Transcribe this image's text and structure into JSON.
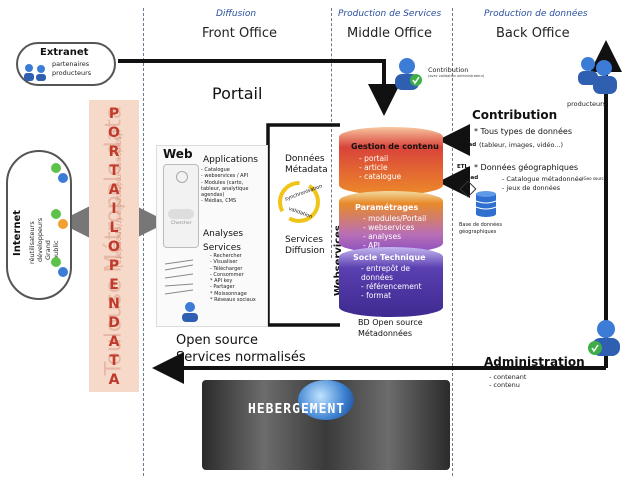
{
  "header": {
    "diffusion": "Diffusion",
    "production_services": "Production de Services",
    "production_donnees": "Production de données",
    "front_office": "Front Office",
    "middle_office": "Middle Office",
    "back_office": "Back Office"
  },
  "extranet": {
    "title": "Extranet",
    "subtitle_1": "partenaires",
    "subtitle_2": "producteurs"
  },
  "internet": {
    "title": "Internet",
    "line_1": "réutilisateurs",
    "line_2": "développeurs",
    "line_3": "Grand public"
  },
  "portail": {
    "label": "Portail",
    "vertical_letters": [
      "P",
      "O",
      "R",
      "T",
      "A",
      "I",
      "L",
      "O",
      "P",
      "E",
      "N",
      "D",
      "A",
      "T",
      "A"
    ],
    "watermark_1": "Toulouse Métropole.data",
    "watermark_2": "[toulouse-métropole.fr/opendata]"
  },
  "web": {
    "title": "Web",
    "applications_title": "Applications",
    "applications_items": [
      "- Catalogue",
      "- webservices / API",
      "- Modules (carto,",
      "tableur, analytique",
      "agendas)",
      "- Médias, CMS"
    ],
    "analyses_title": "Analyses",
    "services_title": "Services",
    "services_items": [
      "- Rechercher",
      "- Visualiser",
      "- Télécharger",
      "- Consommer",
      "* API key",
      "- Partager",
      "* Moissonnage",
      "* Réseaux sociaux"
    ],
    "search_placeholder": "Chercher"
  },
  "middle": {
    "donnees": "Données",
    "metadata": "Métadata",
    "synchronisation": "synchronisation",
    "validation": "validation",
    "services": "Services",
    "diffusion": "Diffusion",
    "webservices": "Webservices"
  },
  "cylinder": {
    "gestion_title": "Gestion de contenu",
    "gestion_items": [
      "- portail",
      "- article",
      "- catalogue"
    ],
    "parametrages_title": "Paramétrages",
    "parametrages_items": [
      "- modules/Portail",
      "- webservices",
      "- analyses",
      "- API"
    ],
    "socle_title": "Socle Technique",
    "socle_items": [
      "- entrepôt de données",
      "- référencement",
      "- format"
    ],
    "bd_1": "BD Open source",
    "bd_2": "Métadonnées"
  },
  "contribution": {
    "small_label": "Contribution",
    "small_sub": "(avec validation administrateur)",
    "title": "Contribution",
    "producteurs": "producteurs",
    "item_1": "* Tous types de données",
    "item_1_upload": "upload",
    "item_1_sub": "(tableur, images, vidéo...)",
    "item_2": "* Données géographiques",
    "item_2_etl": "ETL",
    "item_2_upload": "upload",
    "item_2_sub_1": "- Catalogue métadonnée",
    "item_2_sub_1_note": "(Geo source)",
    "item_2_sub_2": "- jeux de données",
    "db_label_1": "Base de données",
    "db_label_2": "géographiques"
  },
  "administration": {
    "title": "Administration",
    "items": [
      "- contenant",
      "- contenu"
    ]
  },
  "footer": {
    "open_source": "Open source",
    "services_norm": "Services normalisés",
    "hebergement": "HEBERGEMENT"
  },
  "colors": {
    "accent_blue": "#2a4f9e",
    "portail_red": "#c0392b",
    "portail_bg": "#f6d9c8",
    "cyl_red": "#d9433a",
    "cyl_orange": "#ec8a2a",
    "cyl_purple": "#5a3fb0"
  }
}
